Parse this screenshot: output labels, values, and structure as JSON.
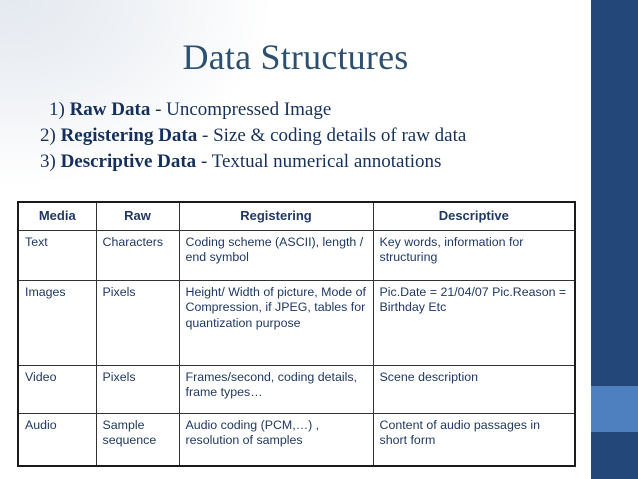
{
  "slide": {
    "title": "Data Structures",
    "bullets": [
      {
        "num": "1)",
        "term": "Raw Data",
        "rest": " - Uncompressed Image"
      },
      {
        "num": "2)",
        "term": "Registering Data",
        "rest": " - Size & coding details of raw data"
      },
      {
        "num": "3)",
        "term": "Descriptive Data",
        "rest": " - Textual numerical annotations"
      }
    ],
    "table": {
      "headers": [
        "Media",
        "Raw",
        "Registering",
        "Descriptive"
      ],
      "rows": [
        {
          "media": "Text",
          "raw": "Characters",
          "registering": "Coding scheme (ASCII), length / end symbol",
          "descriptive": "Key words, information for structuring"
        },
        {
          "media": "Images",
          "raw": "Pixels",
          "registering": "Height/ Width of picture, Mode of Compression, if JPEG, tables for quantization purpose",
          "descriptive": "Pic.Date = 21/04/07 Pic.Reason = Birthday Etc"
        },
        {
          "media": "Video",
          "raw": "Pixels",
          "registering": "Frames/second, coding details, frame types…",
          "descriptive": "Scene description"
        },
        {
          "media": "Audio",
          "raw": "Sample sequence",
          "registering": "Audio coding (PCM,…) , resolution of samples",
          "descriptive": "Content of audio passages in short form"
        }
      ]
    },
    "colors": {
      "sidebar_dark": "#24477A",
      "sidebar_light": "#4E80BF",
      "title_text": "#2E5070",
      "body_text": "#16305C",
      "table_text": "#1F3864"
    }
  }
}
